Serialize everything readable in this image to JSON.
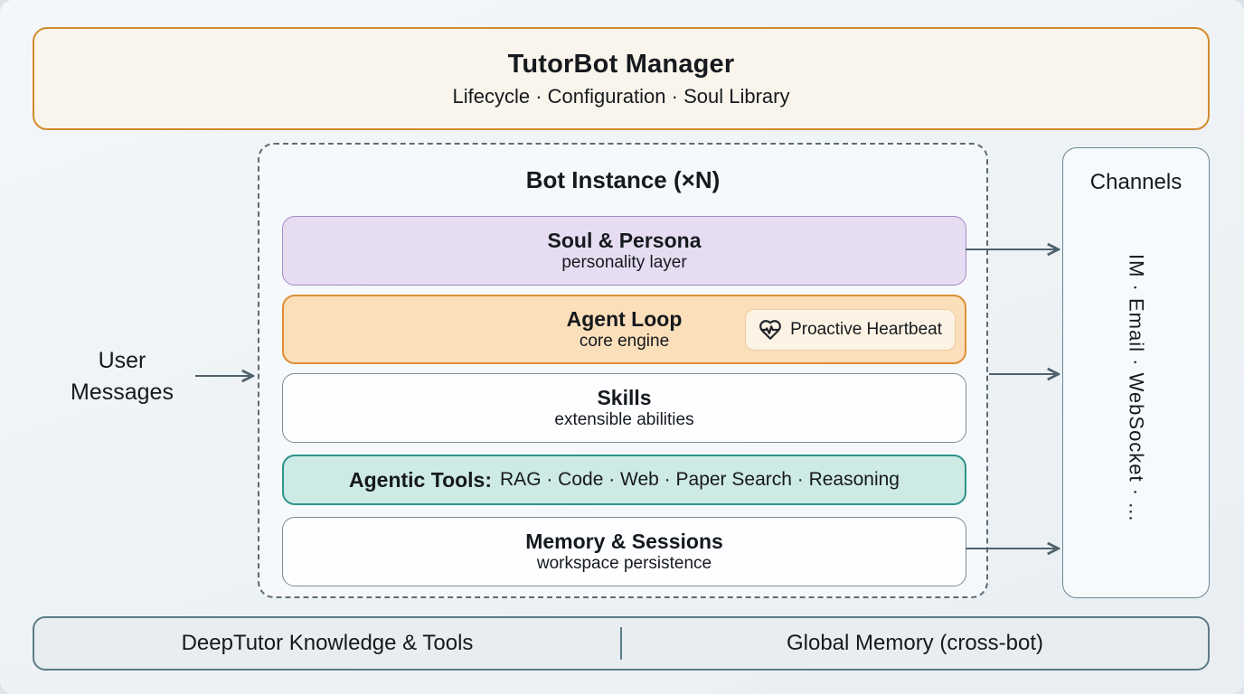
{
  "manager": {
    "title": "TutorBot Manager",
    "subtitle": "Lifecycle · Configuration · Soul Library"
  },
  "user_messages": {
    "line1": "User",
    "line2": "Messages"
  },
  "bot_instance": {
    "title": "Bot Instance (×N)",
    "layers": [
      {
        "title": "Soul & Persona",
        "subtitle": "personality layer"
      },
      {
        "title": "Agent Loop",
        "subtitle": "core engine",
        "badge": {
          "icon": "heart-pulse-icon",
          "label": "Proactive Heartbeat"
        }
      },
      {
        "title": "Skills",
        "subtitle": "extensible abilities"
      },
      {
        "title_prefix": "Agentic Tools:",
        "items": "RAG · Code · Web · Paper Search · Reasoning"
      },
      {
        "title": "Memory & Sessions",
        "subtitle": "workspace persistence"
      }
    ]
  },
  "channels": {
    "title": "Channels",
    "items": "IM · Email · WebSocket · ..."
  },
  "foundation": {
    "left": "DeepTutor Knowledge & Tools",
    "right": "Global Memory (cross-bot)"
  },
  "colors": {
    "manager_border": "#D28A2E",
    "manager_bg": "#FAF5EC",
    "soul_bg": "#E6DDF2",
    "soul_border": "#A689C7",
    "agent_bg": "#FBDFBB",
    "agent_border": "#DD8E33",
    "tools_bg": "#CDEAE5",
    "tools_border": "#2E948A",
    "neutral_border": "#7E8B97",
    "foundation_border": "#5D7A89",
    "arrow": "#4E616C"
  }
}
